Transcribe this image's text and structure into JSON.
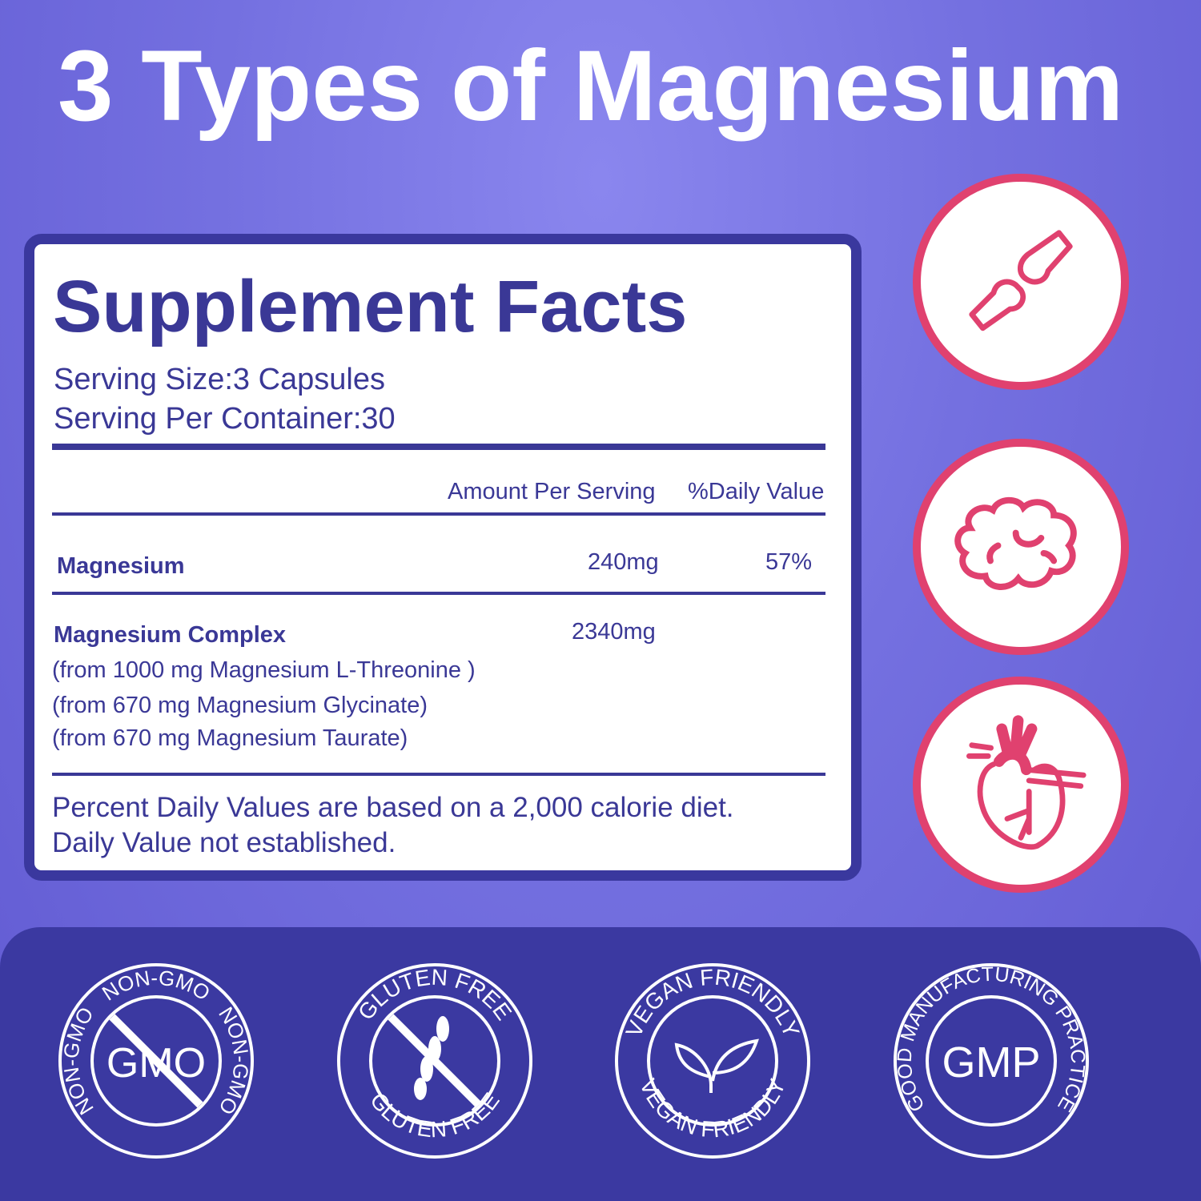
{
  "title": "3 Types of Magnesium",
  "facts": {
    "heading": "Supplement Facts",
    "serving_size": "Serving Size:3 Capsules",
    "servings_per_container": "Serving Per Container:30",
    "col_amount": "Amount Per Serving",
    "col_dv": "%Daily Value",
    "rows": [
      {
        "name": "Magnesium",
        "amount": "240mg",
        "dv": "57%"
      },
      {
        "name": "Magnesium Complex",
        "amount": "2340mg",
        "sources": [
          "(from 1000 mg Magnesium L-Threonine  )",
          "(from 670 mg Magnesium Glycinate)",
          "(from 670 mg Magnesium Taurate)"
        ]
      }
    ],
    "note1": "Percent Daily Values are based on a 2,000 calorie diet.",
    "note2": "Daily Value not established."
  },
  "benefit_icons": [
    "joint-icon",
    "brain-icon",
    "heart-icon"
  ],
  "badges": [
    {
      "top": "NON-GMO",
      "left": "NON-GMO",
      "right": "NON-GMO",
      "center": "GMO"
    },
    {
      "top": "GLUTEN FREE",
      "bottom": "GLUTEN FREE"
    },
    {
      "top": "VEGAN FRIENDLY",
      "bottom": "VEGAN FRIENDLY"
    },
    {
      "top": "GOOD MANUFACTURING PRACTICE",
      "center": "GMP"
    }
  ],
  "colors": {
    "accent": "#e0416f",
    "navy": "#3a3896",
    "band": "#3b39a1"
  }
}
